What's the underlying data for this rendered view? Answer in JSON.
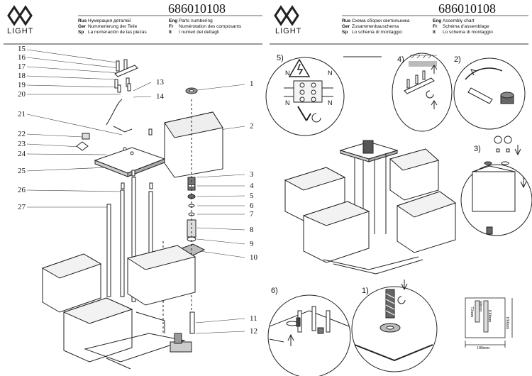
{
  "left_page": {
    "brand": "LIGHT",
    "code": "686010108",
    "headers": [
      {
        "lang": "Rus",
        "text": "Нумерация деталей"
      },
      {
        "lang": "Ger",
        "text": "Nummerierung der Teile"
      },
      {
        "lang": "Sp",
        "text": "La numeración de las piezas"
      },
      {
        "lang": "Eng",
        "text": "Parts numbering"
      },
      {
        "lang": "Fr",
        "text": "Numérotation des composants"
      },
      {
        "lang": "It",
        "text": "I numeri del dettagli"
      }
    ],
    "part_numbers": [
      "15",
      "16",
      "17",
      "18",
      "19",
      "20",
      "21",
      "22",
      "23",
      "24",
      "25",
      "26",
      "27",
      "13",
      "14",
      "1",
      "2",
      "3",
      "4",
      "5",
      "6",
      "7",
      "8",
      "9",
      "10",
      "11",
      "12"
    ]
  },
  "right_page": {
    "brand": "LIGHT",
    "code": "686010108",
    "headers": [
      {
        "lang": "Rus",
        "text": "Схема сборки светильника"
      },
      {
        "lang": "Ger",
        "text": "Zusammenbauschema"
      },
      {
        "lang": "Sp",
        "text": "Lo schema di montaggio"
      },
      {
        "lang": "Eng",
        "text": "Assembly chart"
      },
      {
        "lang": "Fr",
        "text": "Schéma d'assemblage"
      },
      {
        "lang": "It",
        "text": "Lo schema di montaggio"
      }
    ],
    "steps": [
      "5)",
      "4)",
      "2)",
      "3)",
      "6)",
      "1)"
    ],
    "terminal_labels": [
      "N",
      "N",
      "N",
      "N"
    ],
    "dimensions": {
      "width": "180mm",
      "height": "180mm",
      "d1": "72mm",
      "d2": "60mm",
      "d3": "100mm"
    }
  }
}
